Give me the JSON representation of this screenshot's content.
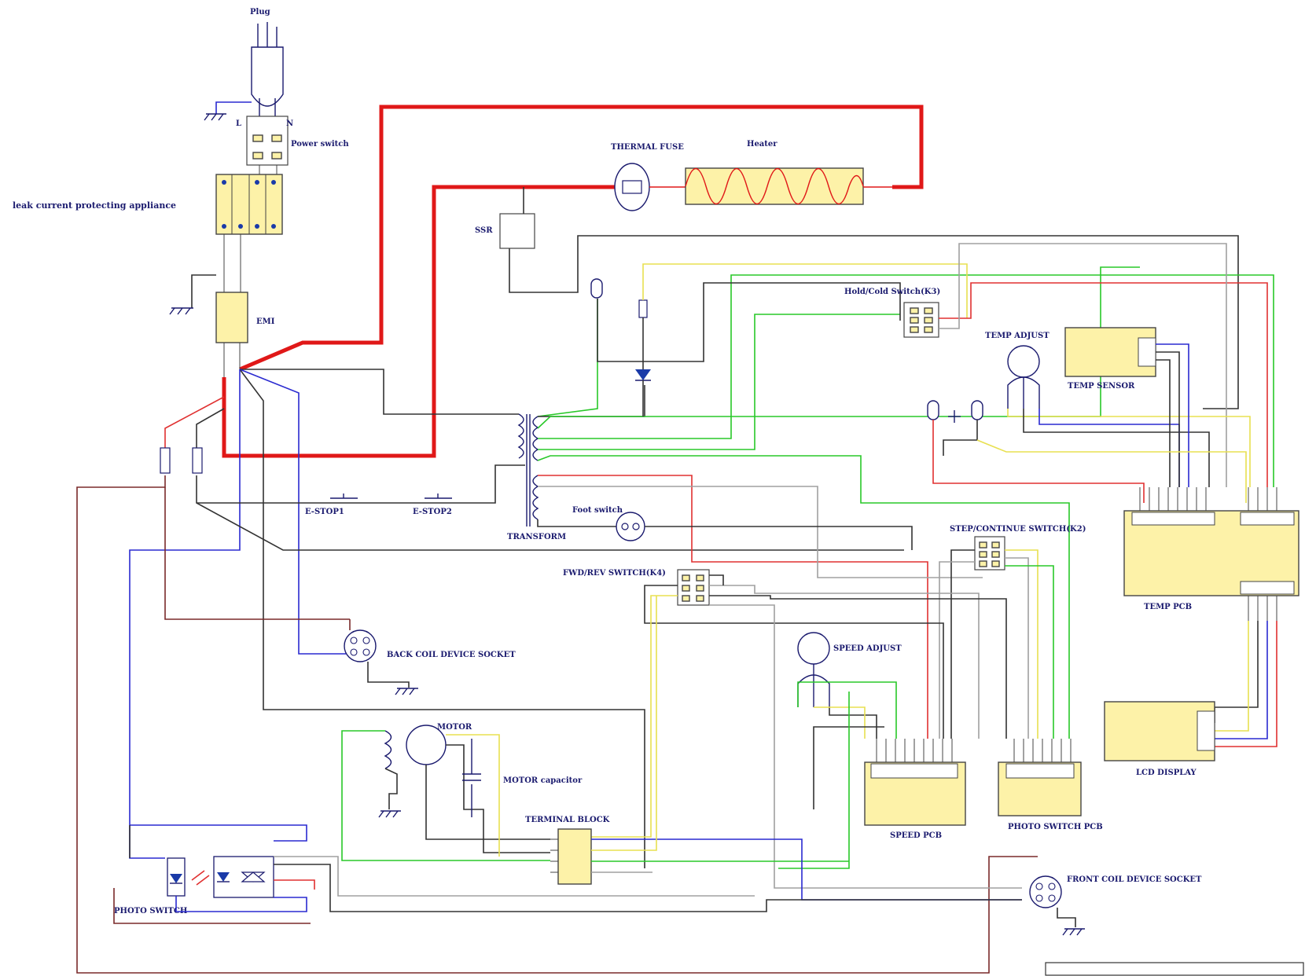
{
  "labels": {
    "plug": "Plug",
    "l": "L",
    "n": "N",
    "power_switch": "Power switch",
    "leak": "leak current protecting appliance",
    "emi": "EMI",
    "ssr": "SSR",
    "thermal_fuse": "THERMAL FUSE",
    "heater": "Heater",
    "hold_cold_switch": "Hold/Cold Switch(K3)",
    "temp_adjust": "TEMP ADJUST",
    "temp_sensor": "TEMP SENSOR",
    "estop1": "E-STOP1",
    "estop2": "E-STOP2",
    "transform": "TRANSFORM",
    "foot_switch": "Foot switch",
    "step_continue": "STEP/CONTINUE SWITCH(K2)",
    "temp_pcb": "TEMP PCB",
    "fwd_rev": "FWD/REV SWITCH(K4)",
    "back_coil": "BACK COIL DEVICE SOCKET",
    "speed_adjust": "SPEED ADJUST",
    "motor": "MOTOR",
    "motor_cap": "MOTOR capacitor",
    "terminal_block": "TERMINAL BLOCK",
    "speed_pcb": "SPEED PCB",
    "photo_switch_pcb": "PHOTO SWITCH PCB",
    "lcd_display": "LCD DISPLAY",
    "front_coil": "FRONT COIL DEVICE SOCKET",
    "photo_switch": "PHOTO SWITCH"
  },
  "colors": {
    "red_thick": "#e01818",
    "red": "#e03030",
    "green": "#28c828",
    "yellow": "#e8e050",
    "blue": "#2a2ad0",
    "brown": "#7a2a2a",
    "gray": "#a0a0a0",
    "dark": "#333333",
    "component_fill": "#fdf2a8",
    "ink": "#1a1a6e"
  }
}
